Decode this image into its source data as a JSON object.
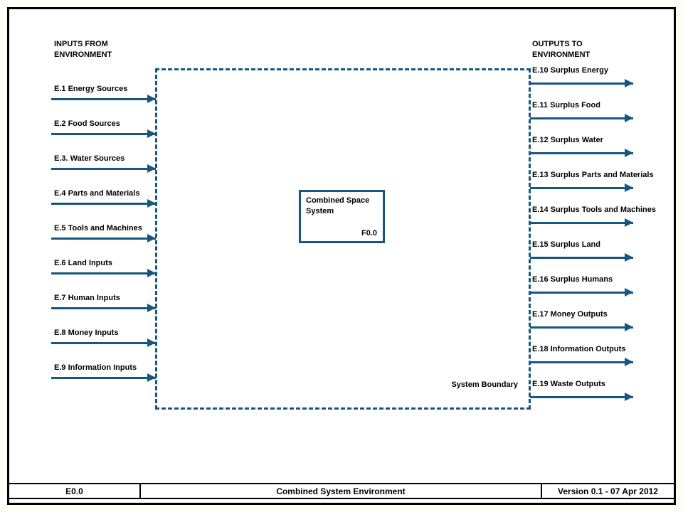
{
  "colors": {
    "accent": "#17567E",
    "frame": "#000000",
    "background": "#FFFFFF"
  },
  "inputs": {
    "header": [
      "INPUTS FROM",
      "ENVIRONMENT"
    ],
    "items": [
      "E.1 Energy Sources",
      "E.2 Food Sources",
      "E.3. Water Sources",
      "E.4 Parts and Materials",
      "E.5 Tools and Machines",
      "E.6 Land Inputs",
      "E.7 Human Inputs",
      "E.8 Money Inputs",
      "E.9 Information Inputs"
    ]
  },
  "outputs": {
    "header": [
      "OUTPUTS TO",
      "ENVIRONMENT"
    ],
    "items": [
      "E.10 Surplus Energy",
      "E.11 Surplus Food",
      "E.12 Surplus Water",
      "E.13 Surplus Parts and Materials",
      "E.14 Surplus Tools and Machines",
      "E.15 Surplus Land",
      "E.16 Surplus Humans",
      "E.17 Money Outputs",
      "E.18 Information Outputs",
      "E.19 Waste Outputs"
    ]
  },
  "system_box": {
    "title": "Combined Space System",
    "id": "F0.0"
  },
  "boundary_label": "System Boundary",
  "footer": {
    "id": "E0.0",
    "title": "Combined System Environment",
    "version": "Version 0.1 - 07 Apr 2012"
  }
}
